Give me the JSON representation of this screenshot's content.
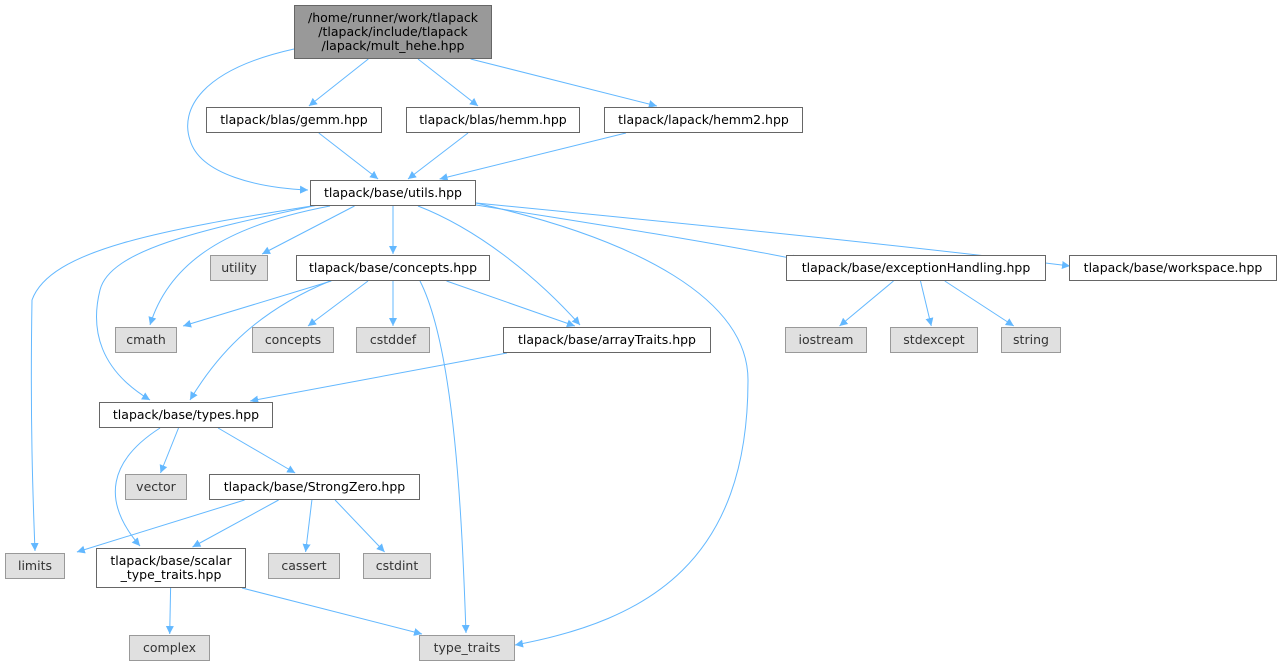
{
  "graph": {
    "edge_color": "#63b8ff",
    "nodes": [
      {
        "id": "root",
        "label": "/home/runner/work/tlapack\n/tlapack/include/tlapack\n/lapack/mult_hehe.hpp",
        "kind": "root"
      },
      {
        "id": "gemm",
        "label": "tlapack/blas/gemm.hpp",
        "kind": "link"
      },
      {
        "id": "hemm",
        "label": "tlapack/blas/hemm.hpp",
        "kind": "link"
      },
      {
        "id": "hemm2",
        "label": "tlapack/lapack/hemm2.hpp",
        "kind": "link"
      },
      {
        "id": "utils",
        "label": "tlapack/base/utils.hpp",
        "kind": "link"
      },
      {
        "id": "utility",
        "label": "utility",
        "kind": "system"
      },
      {
        "id": "concepts_hpp",
        "label": "tlapack/base/concepts.hpp",
        "kind": "link"
      },
      {
        "id": "exception",
        "label": "tlapack/base/exceptionHandling.hpp",
        "kind": "link"
      },
      {
        "id": "workspace",
        "label": "tlapack/base/workspace.hpp",
        "kind": "link"
      },
      {
        "id": "cmath",
        "label": "cmath",
        "kind": "system"
      },
      {
        "id": "concepts",
        "label": "concepts",
        "kind": "system"
      },
      {
        "id": "cstddef",
        "label": "cstddef",
        "kind": "system"
      },
      {
        "id": "arraytraits",
        "label": "tlapack/base/arrayTraits.hpp",
        "kind": "link"
      },
      {
        "id": "iostream",
        "label": "iostream",
        "kind": "system"
      },
      {
        "id": "stdexcept",
        "label": "stdexcept",
        "kind": "system"
      },
      {
        "id": "string",
        "label": "string",
        "kind": "system"
      },
      {
        "id": "types",
        "label": "tlapack/base/types.hpp",
        "kind": "link"
      },
      {
        "id": "vector",
        "label": "vector",
        "kind": "system"
      },
      {
        "id": "strongzero",
        "label": "tlapack/base/StrongZero.hpp",
        "kind": "link"
      },
      {
        "id": "limits",
        "label": "limits",
        "kind": "system"
      },
      {
        "id": "scalar",
        "label": "tlapack/base/scalar\n_type_traits.hpp",
        "kind": "link"
      },
      {
        "id": "cassert",
        "label": "cassert",
        "kind": "system"
      },
      {
        "id": "cstdint",
        "label": "cstdint",
        "kind": "system"
      },
      {
        "id": "complex",
        "label": "complex",
        "kind": "system"
      },
      {
        "id": "type_traits",
        "label": "type_traits",
        "kind": "system"
      }
    ],
    "edges": [
      [
        "root",
        "gemm"
      ],
      [
        "root",
        "hemm"
      ],
      [
        "root",
        "hemm2"
      ],
      [
        "root",
        "utils"
      ],
      [
        "gemm",
        "utils"
      ],
      [
        "hemm",
        "utils"
      ],
      [
        "hemm2",
        "utils"
      ],
      [
        "utils",
        "utility"
      ],
      [
        "utils",
        "concepts_hpp"
      ],
      [
        "utils",
        "exception"
      ],
      [
        "utils",
        "workspace"
      ],
      [
        "utils",
        "cmath"
      ],
      [
        "utils",
        "limits"
      ],
      [
        "utils",
        "types"
      ],
      [
        "utils",
        "arraytraits"
      ],
      [
        "utils",
        "type_traits"
      ],
      [
        "concepts_hpp",
        "cmath"
      ],
      [
        "concepts_hpp",
        "concepts"
      ],
      [
        "concepts_hpp",
        "cstddef"
      ],
      [
        "concepts_hpp",
        "arraytraits"
      ],
      [
        "concepts_hpp",
        "types"
      ],
      [
        "concepts_hpp",
        "type_traits"
      ],
      [
        "arraytraits",
        "types"
      ],
      [
        "exception",
        "iostream"
      ],
      [
        "exception",
        "stdexcept"
      ],
      [
        "exception",
        "string"
      ],
      [
        "types",
        "vector"
      ],
      [
        "types",
        "strongzero"
      ],
      [
        "types",
        "scalar"
      ],
      [
        "strongzero",
        "limits"
      ],
      [
        "strongzero",
        "scalar"
      ],
      [
        "strongzero",
        "cassert"
      ],
      [
        "strongzero",
        "cstdint"
      ],
      [
        "scalar",
        "complex"
      ],
      [
        "scalar",
        "type_traits"
      ]
    ]
  }
}
